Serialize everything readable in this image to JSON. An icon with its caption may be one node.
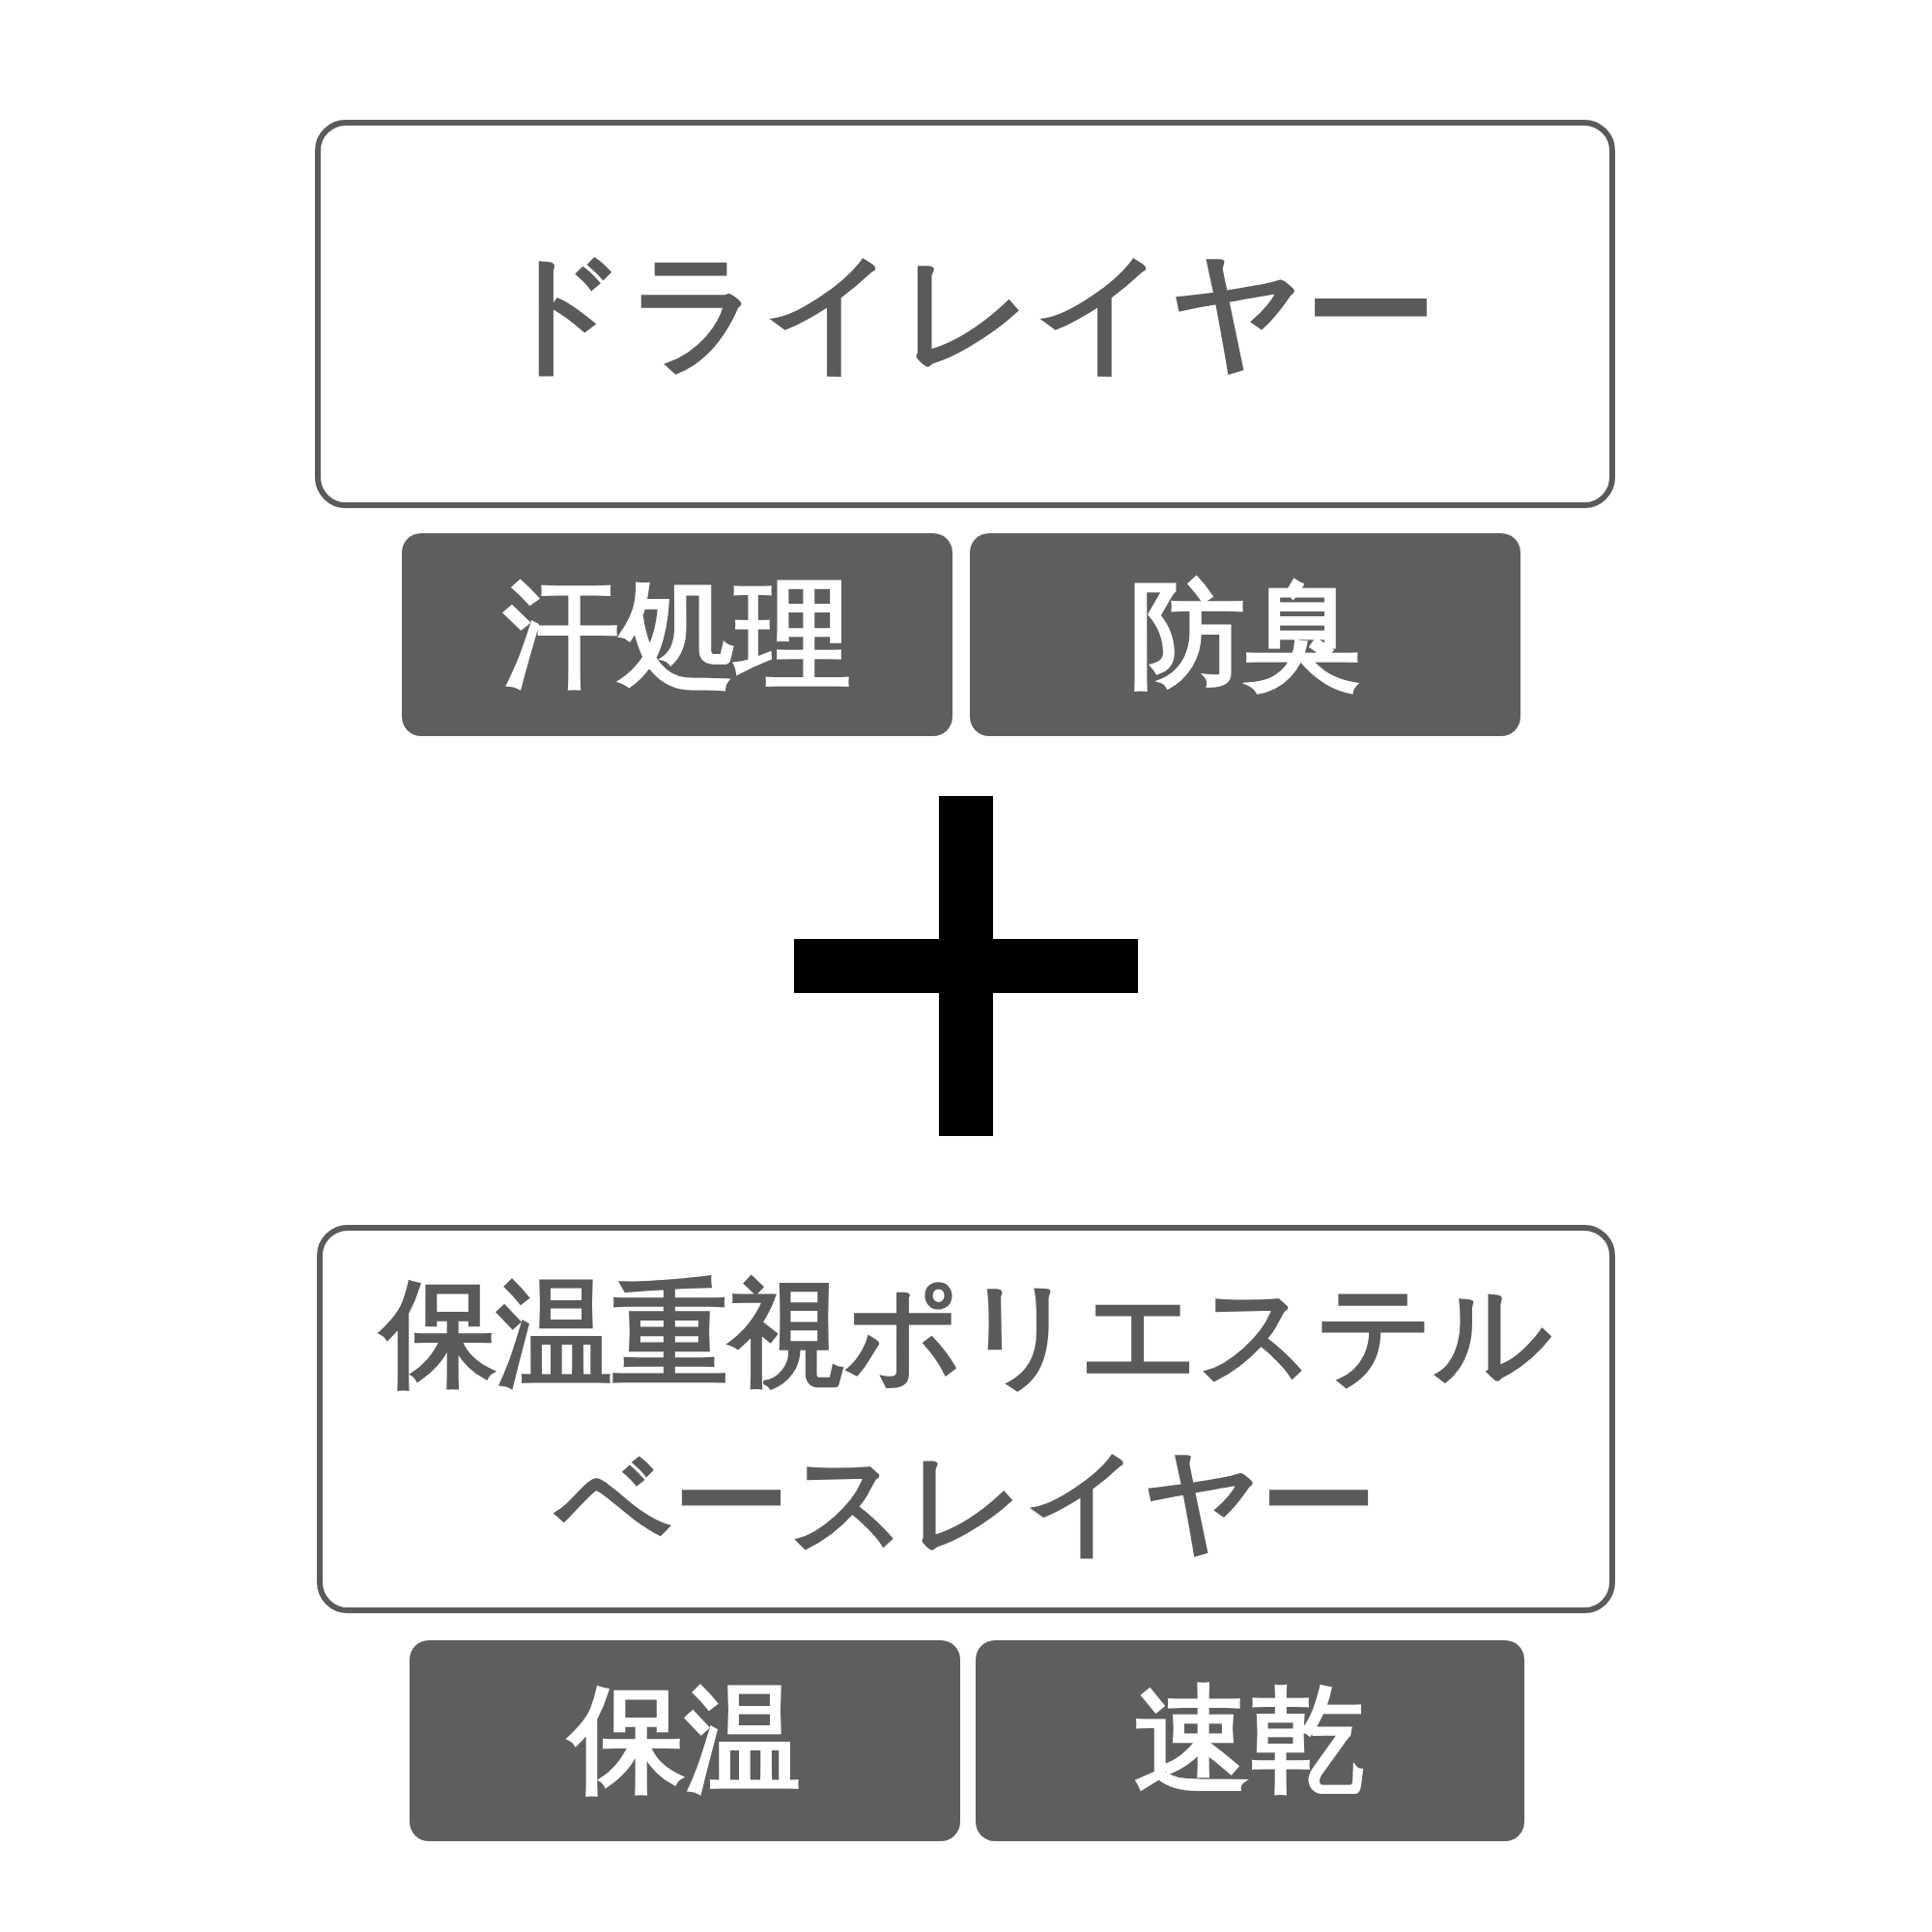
{
  "diagram": {
    "nodes": [
      {
        "text": [
          "ドライレイヤー"
        ]
      },
      {
        "text": [
          "汗処理"
        ]
      },
      {
        "text": [
          "防臭"
        ]
      },
      {
        "text": [
          "保温重視ポリエステルベースレイヤー"
        ]
      },
      {
        "text": [
          "保温"
        ]
      },
      {
        "text": [
          "速乾"
        ]
      }
    ],
    "edges": []
  }
}
